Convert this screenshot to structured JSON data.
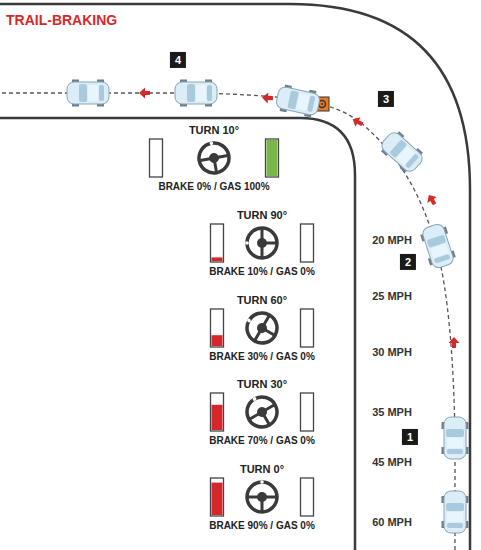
{
  "diagram": {
    "title": "TRAIL-BRAKING",
    "labels": [
      "TURN 10°",
      "BRAKE 0% / GAS 100%",
      "TURN 90°",
      "BRAKE 10% / GAS 0%",
      "TURN 60°",
      "BRAKE 30% / GAS 0%",
      "TURN 30°",
      "BRAKE 70% / GAS 0%",
      "TURN 0°",
      "BRAKE 90% / GAS 0%",
      "4",
      "3",
      "20 MPH",
      "2",
      "25 MPH",
      "30 MPH",
      "35 MPH",
      "1",
      "45 MPH",
      "60 MPH"
    ]
  }
}
